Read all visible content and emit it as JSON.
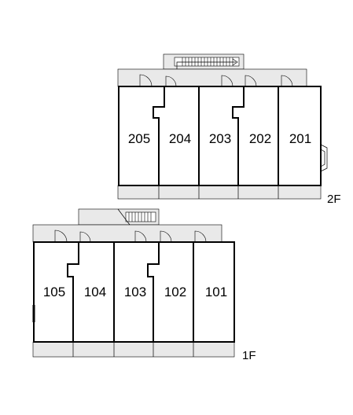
{
  "floors": [
    {
      "label": "2F",
      "units": [
        "205",
        "204",
        "203",
        "202",
        "201"
      ]
    },
    {
      "label": "1F",
      "units": [
        "105",
        "104",
        "103",
        "102",
        "101"
      ]
    }
  ]
}
